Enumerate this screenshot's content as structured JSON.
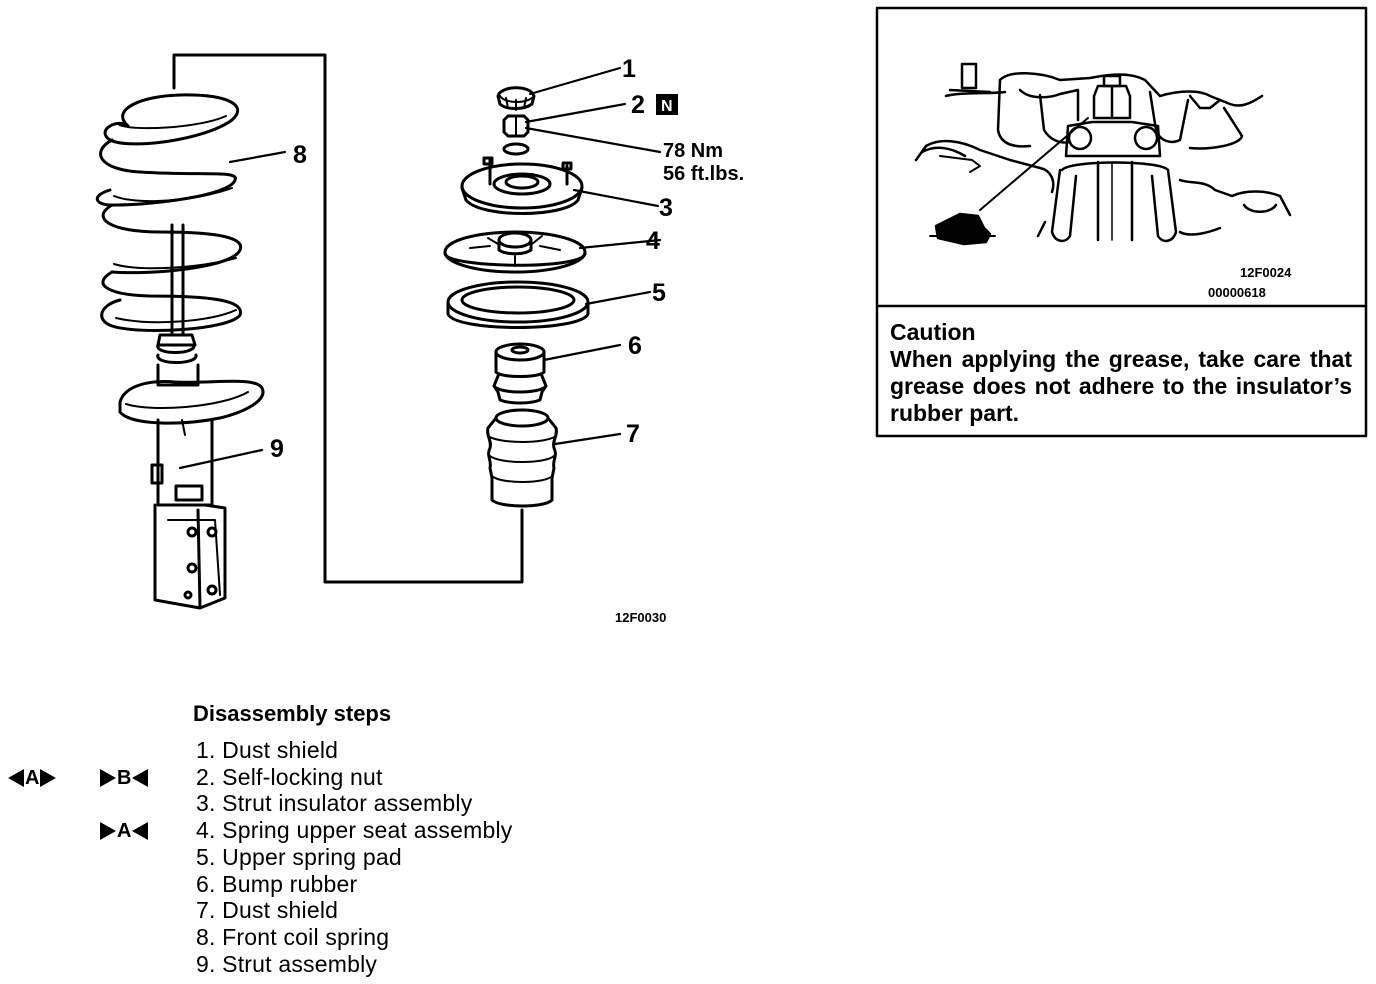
{
  "callouts": [
    "1",
    "2",
    "3",
    "4",
    "5",
    "6",
    "7",
    "8",
    "9"
  ],
  "n_mark": "N",
  "torque": {
    "nm": "78 Nm",
    "lbs": "56 ft.lbs."
  },
  "figure_codes": {
    "main": "12F0030",
    "inset_top": "12F0024",
    "inset_bottom": "00000618"
  },
  "caution": {
    "title": "Caution",
    "text": "When applying the grease, take care that grease does not adhere to the insulator’s rubber part."
  },
  "steps": {
    "title": "Disassembly steps",
    "items": [
      "1. Dust shield",
      "2. Self-locking nut",
      "3. Strut insulator assembly",
      "4. Spring upper seat assembly",
      "5. Upper spring pad",
      "6. Bump rubber",
      "7. Dust shield",
      "8. Front coil spring",
      "9. Strut assembly"
    ]
  },
  "service_marks": {
    "removal_a": "A",
    "install_b": "B",
    "install_a": "A"
  }
}
